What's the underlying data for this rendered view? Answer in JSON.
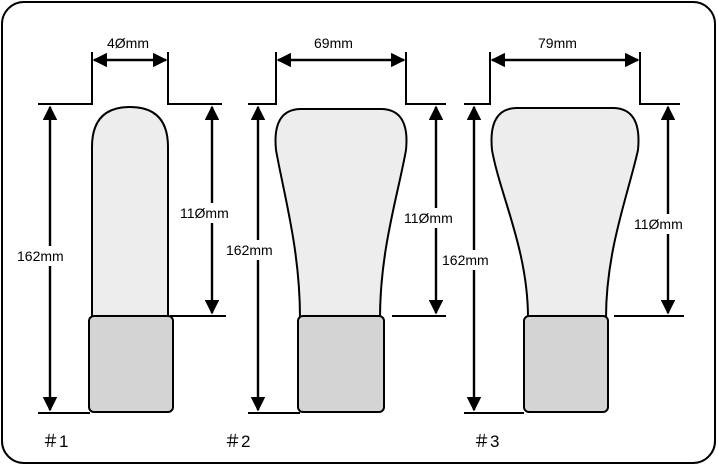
{
  "diagram": {
    "items": [
      {
        "label": "＃1",
        "width_label": "4Ømm",
        "total_height_label": "162mm",
        "body_height_label": "11Ømm"
      },
      {
        "label": "＃2",
        "width_label": "69mm",
        "total_height_label": "162mm",
        "body_height_label": "11Ømm"
      },
      {
        "label": "＃3",
        "width_label": "79mm",
        "total_height_label": "162mm",
        "body_height_label": "11Ømm"
      }
    ]
  }
}
